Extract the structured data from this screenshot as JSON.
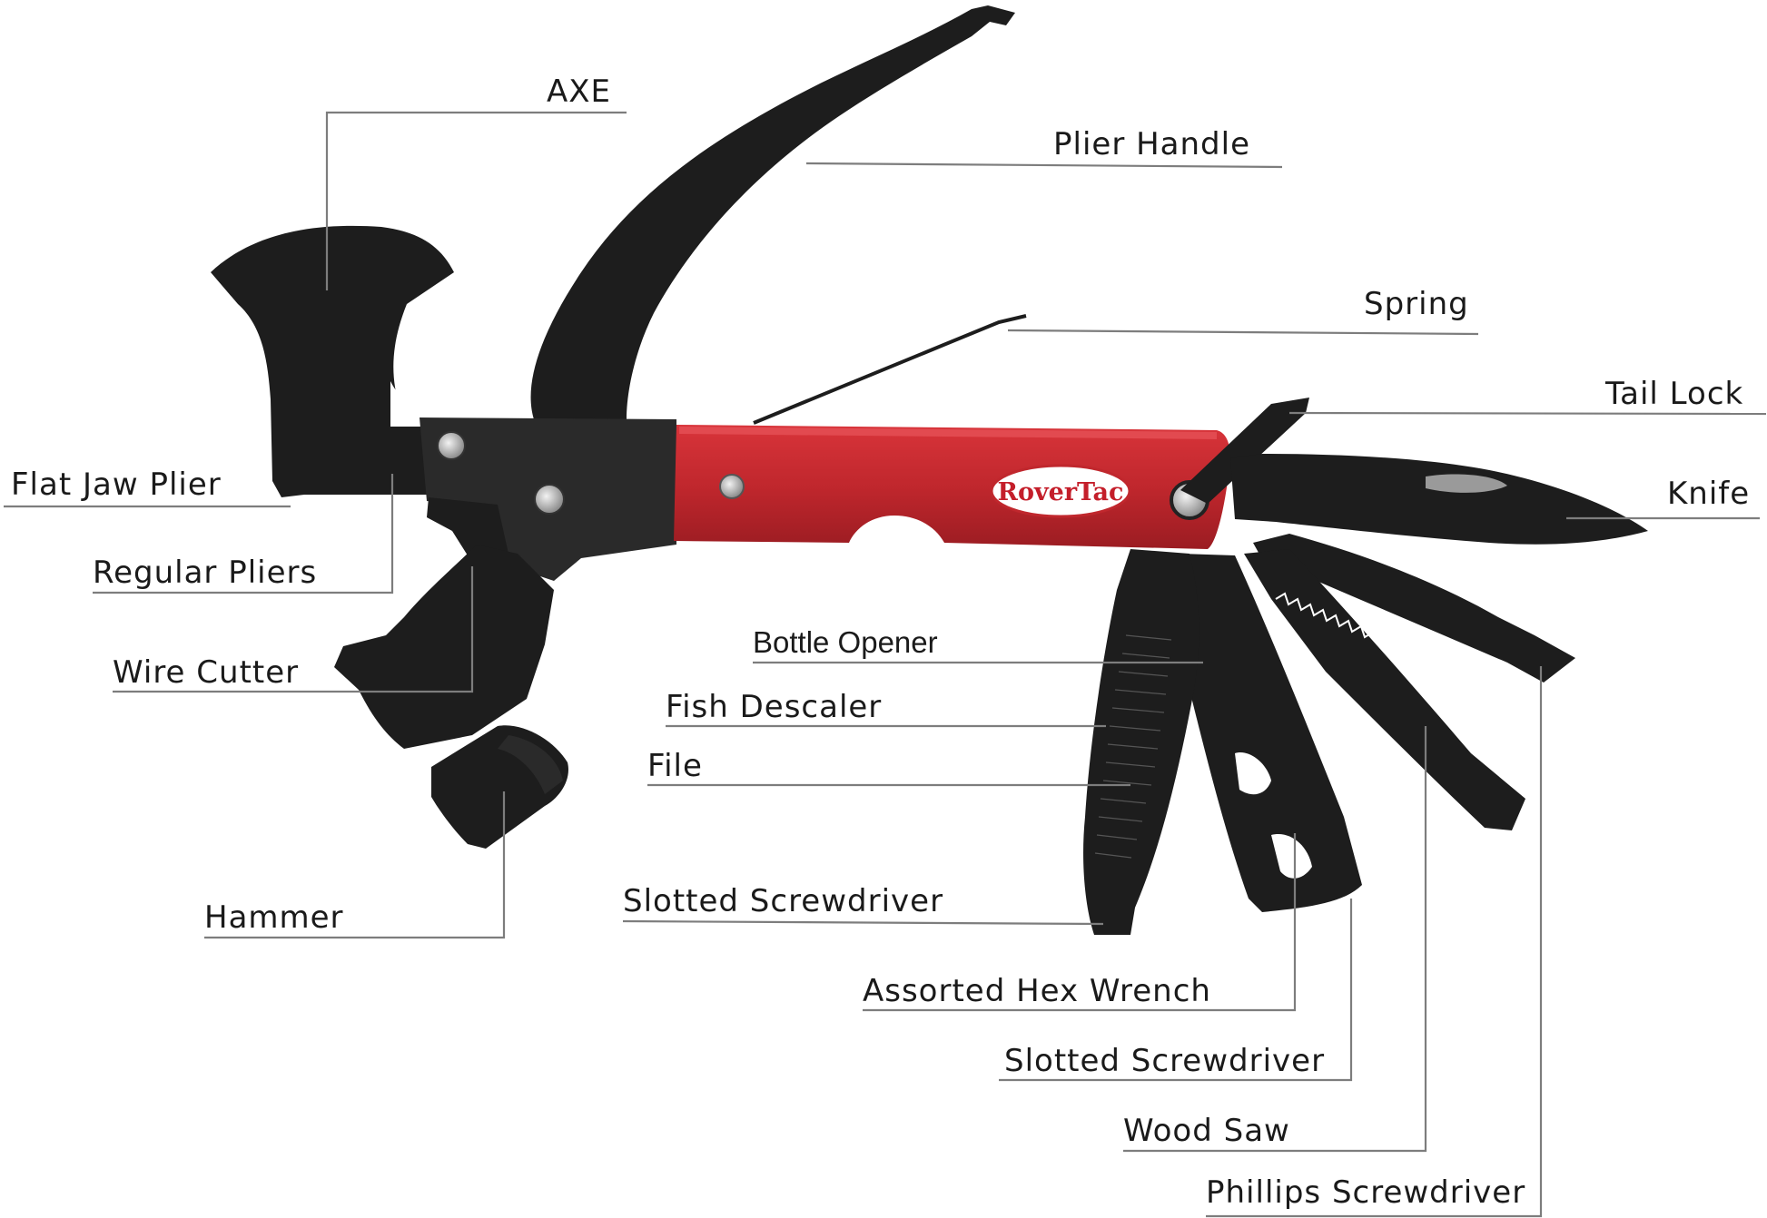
{
  "brand": {
    "logo_text": "RoverTac"
  },
  "labels": {
    "axe": "AXE",
    "plier_handle": "Plier Handle",
    "spring": "Spring",
    "tail_lock": "Tail Lock",
    "knife": "Knife",
    "flat_jaw_plier": "Flat Jaw Plier",
    "regular_pliers": "Regular Pliers",
    "wire_cutter": "Wire Cutter",
    "hammer": "Hammer",
    "bottle_opener": "Bottle Opener",
    "fish_descaler": "Fish Descaler",
    "file": "File",
    "slotted_screwdriver_1": "Slotted Screwdriver",
    "assorted_hex_wrench": "Assorted Hex Wrench",
    "slotted_screwdriver_2": "Slotted Screwdriver",
    "wood_saw": "Wood Saw",
    "phillips_screwdriver": "Phillips Screwdriver"
  },
  "colors": {
    "handle_red": "#c0272d",
    "tool_black": "#1d1d1d",
    "leader_gray": "#7d7d7d"
  }
}
